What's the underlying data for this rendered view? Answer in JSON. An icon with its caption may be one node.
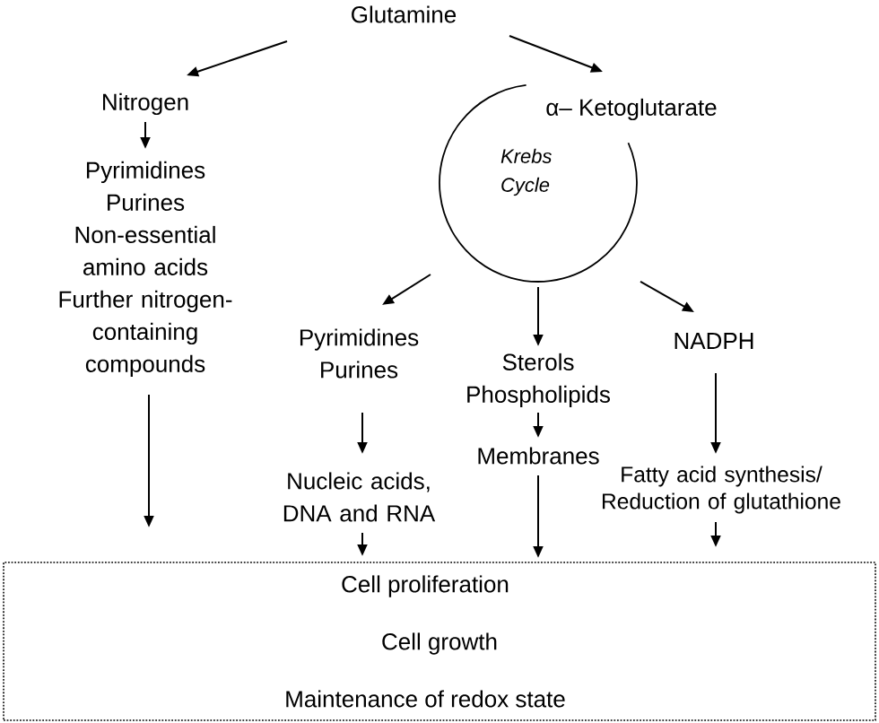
{
  "diagram": {
    "nodes": [
      {
        "text": [
          "Glutamine"
        ]
      },
      {
        "text": [
          "Nitrogen"
        ]
      },
      {
        "text": [
          "Pyrimidines",
          "Purines",
          "Non-essential amino acids",
          "Further nitrogen-containing compounds"
        ]
      },
      {
        "text": [
          "α– Ketoglutarate"
        ]
      },
      {
        "text": [
          "Krebs Cycle"
        ]
      },
      {
        "text": [
          "Pyrimidines",
          "Purines"
        ]
      },
      {
        "text": [
          "Sterols",
          "Phospholipids"
        ]
      },
      {
        "text": [
          "NADPH"
        ]
      },
      {
        "text": [
          "Nucleic acids, DNA and RNA"
        ]
      },
      {
        "text": [
          "Membranes"
        ]
      },
      {
        "text": [
          "Fatty acid synthesis/ Reduction of glutathione"
        ]
      },
      {
        "text": [
          "Cell proliferation",
          "Cell growth",
          "Maintenance of redox state"
        ]
      }
    ],
    "edges": [
      {
        "from": 0,
        "to": 1,
        "arrow": "to"
      },
      {
        "from": 0,
        "to": 3,
        "arrow": "to"
      },
      {
        "from": 1,
        "to": 2,
        "arrow": "to"
      },
      {
        "from": 2,
        "to": 11,
        "arrow": "to"
      },
      {
        "from": 4,
        "to": 5,
        "arrow": "to"
      },
      {
        "from": 4,
        "to": 6,
        "arrow": "to"
      },
      {
        "from": 4,
        "to": 7,
        "arrow": "to"
      },
      {
        "from": 5,
        "to": 8,
        "arrow": "to"
      },
      {
        "from": 6,
        "to": 9,
        "arrow": "to"
      },
      {
        "from": 7,
        "to": 10,
        "arrow": "to"
      },
      {
        "from": 8,
        "to": 11,
        "arrow": "to"
      },
      {
        "from": 9,
        "to": 11,
        "arrow": "to"
      },
      {
        "from": 10,
        "to": 11,
        "arrow": "to"
      }
    ]
  }
}
